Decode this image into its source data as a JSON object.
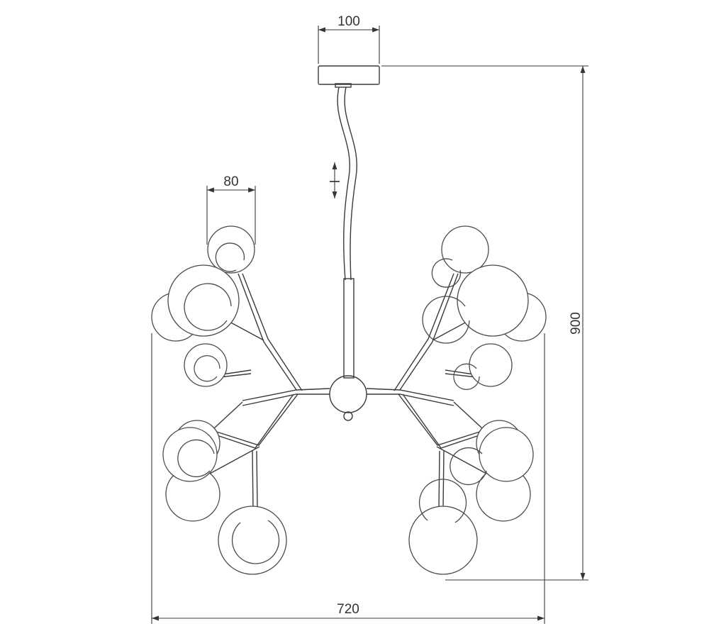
{
  "dimensions": {
    "canopy_width": "100",
    "bulb_width": "80",
    "total_height": "900",
    "total_width": "720",
    "cable_marker": "l"
  },
  "colors": {
    "line": "#3a3a3a",
    "background": "#ffffff"
  }
}
